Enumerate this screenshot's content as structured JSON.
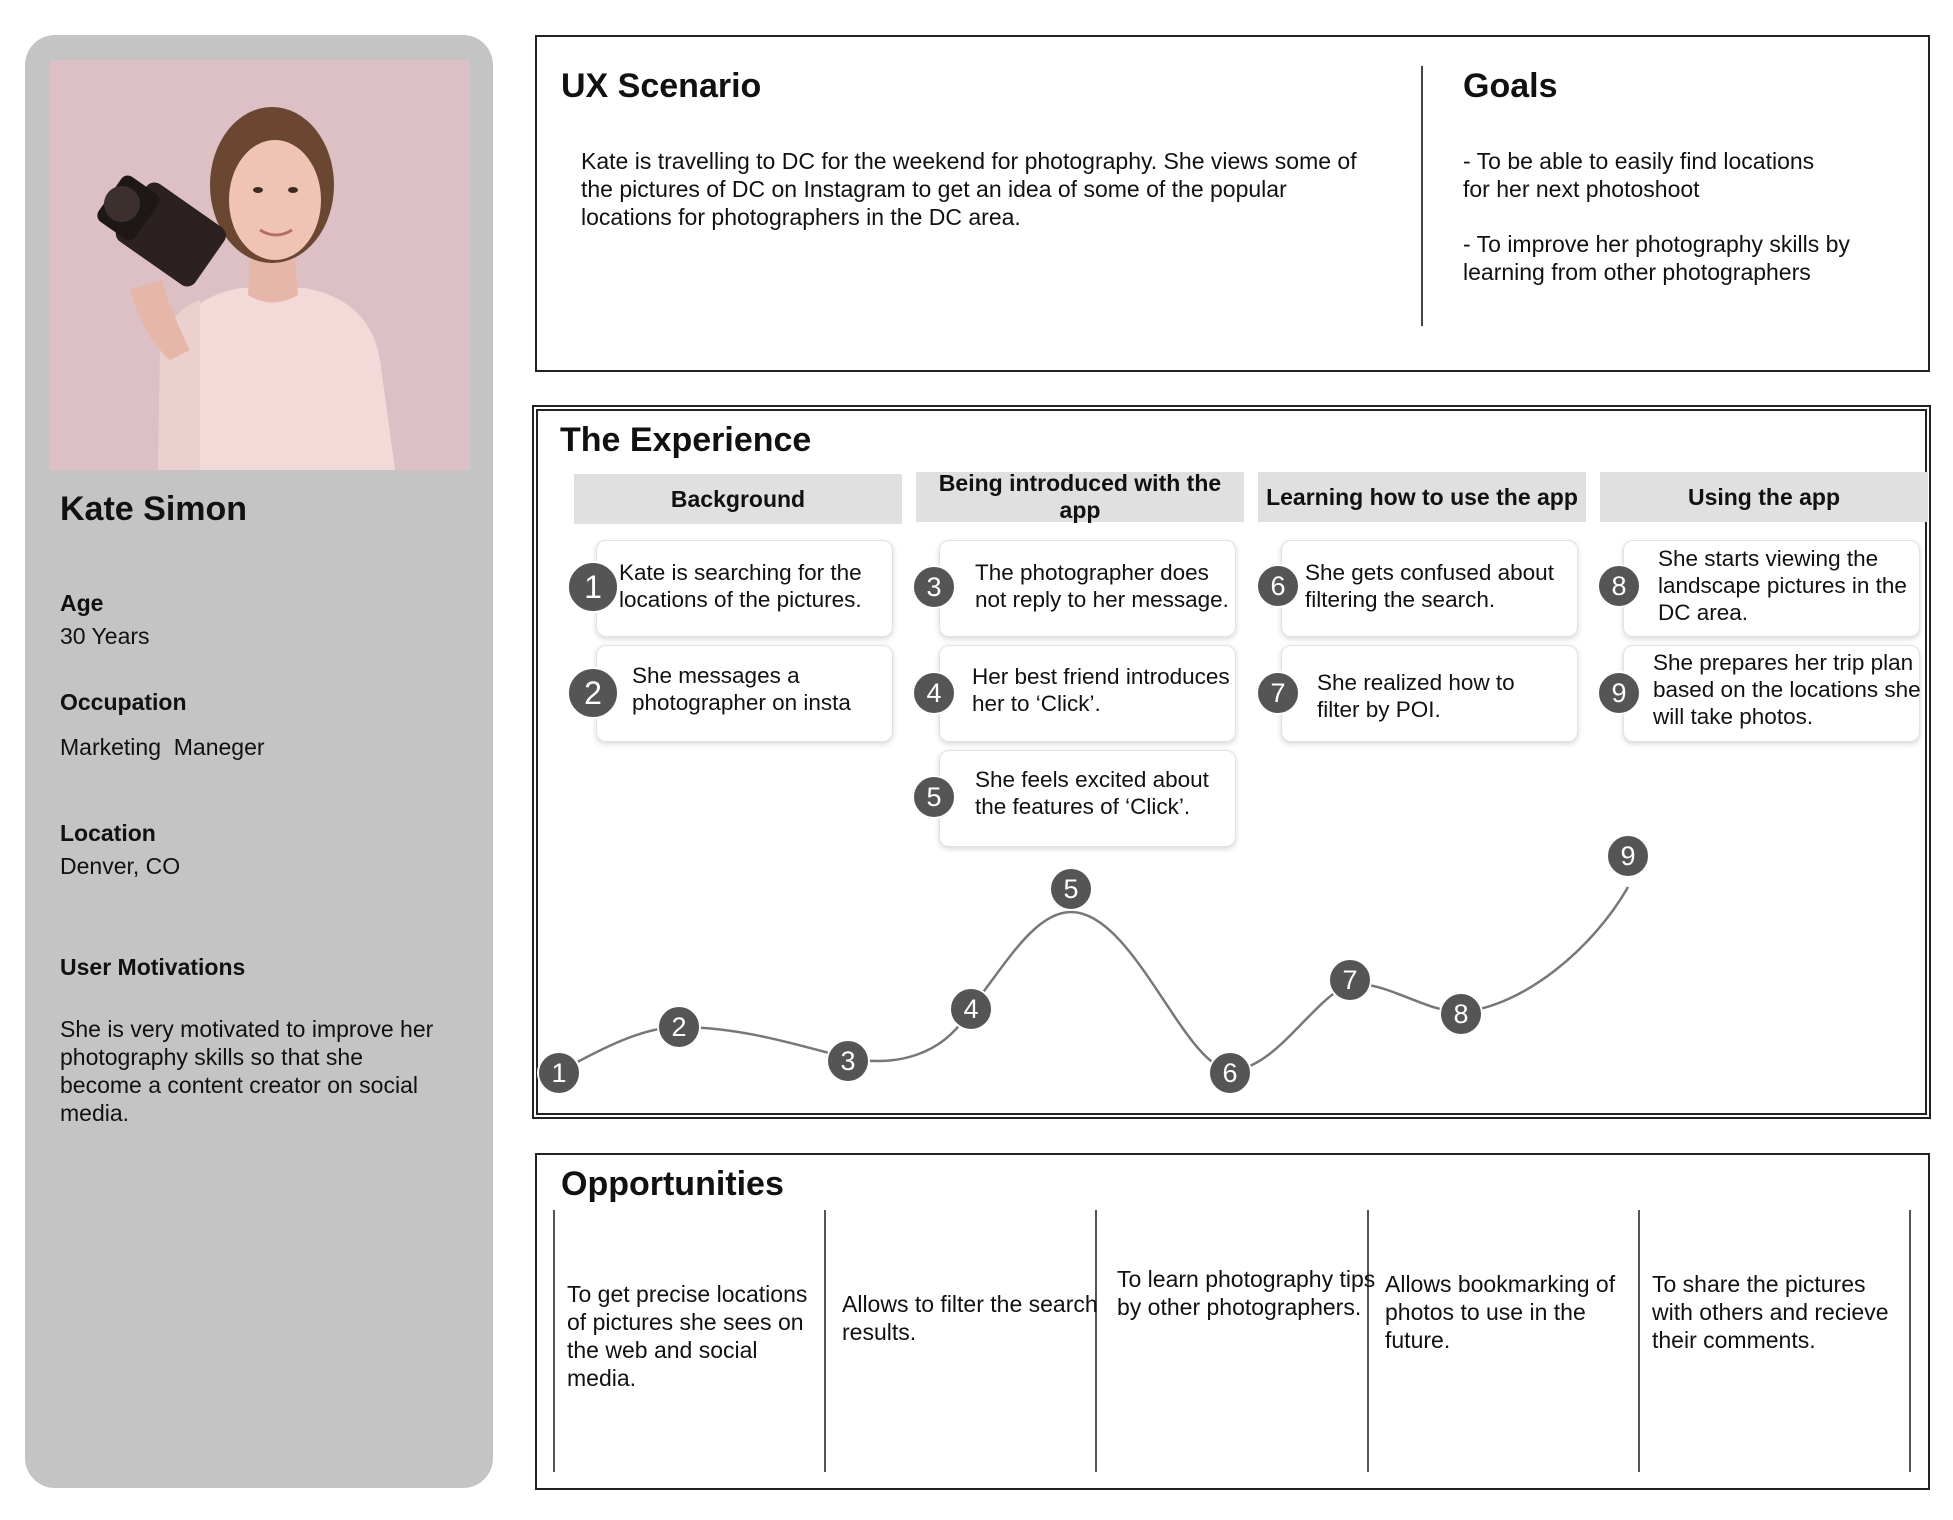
{
  "persona": {
    "name": "Kate Simon",
    "age_label": "Age",
    "age_value": "30 Years",
    "occupation_label": "Occupation",
    "occupation_value": "Marketing  Maneger",
    "location_label": "Location",
    "location_value": "Denver, CO",
    "motivations_label": "User Motivations",
    "motivations_text": "She is very motivated to improve her photography skills so that she become a content creator on social media."
  },
  "scenario": {
    "title": "UX Scenario",
    "text": "Kate is travelling to DC for the weekend for photography. She  views some of the pictures of DC on Instagram to get an idea of some of the popular locations for photographers in the DC area."
  },
  "goals": {
    "title": "Goals",
    "items": [
      "- To be able to easily find locations\n for her next photoshoot",
      "- To improve her photography skills by learning from other photographers"
    ]
  },
  "experience": {
    "title": "The Experience",
    "stages": [
      "Background",
      "Being introduced with the app",
      "Learning how to use the app",
      "Using the app"
    ],
    "steps": [
      {
        "num": "1",
        "text": "Kate is searching for the locations of the pictures."
      },
      {
        "num": "2",
        "text": "She messages a photographer on insta"
      },
      {
        "num": "3",
        "text": "The photographer does not reply to her message."
      },
      {
        "num": "4",
        "text": "Her best friend introduces her to ‘Click’."
      },
      {
        "num": "5",
        "text": "She feels excited about the features of ‘Click’."
      },
      {
        "num": "6",
        "text": "She gets confused about filtering the search."
      },
      {
        "num": "7",
        "text": "She realized how to filter by POI."
      },
      {
        "num": "8",
        "text": "She starts viewing the landscape pictures in the DC area."
      },
      {
        "num": "9",
        "text": "She prepares her trip plan based on the locations she will take photos."
      }
    ]
  },
  "opportunities": {
    "title": "Opportunities",
    "items": [
      "To get precise locations of  pictures she sees on the web and social media.",
      "Allows to filter the search results.",
      "To learn photography tips by other photographers.",
      "Allows bookmarking of photos to use in the future.",
      "To share the pictures with others and recieve their comments."
    ]
  },
  "colors": {
    "sidebar": "#c4c4c4",
    "badge": "#555555",
    "stage_header": "#e0e0e0",
    "photo_background": "#dcc0c5"
  }
}
